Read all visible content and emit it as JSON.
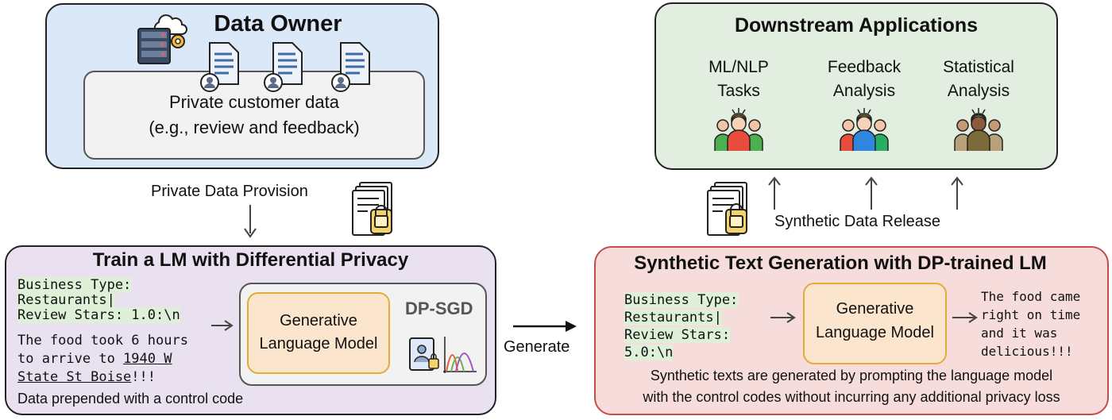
{
  "data_owner": {
    "title": "Data Owner",
    "inner_line1": "Private customer data",
    "inner_line2": "(e.g., review and feedback)"
  },
  "provision_label": "Private Data Provision",
  "train": {
    "title": "Train a LM with Differential Privacy",
    "code_line1": "Business Type:",
    "code_line2": "Restaurants|",
    "code_line3": "Review Stars: 1.0:\\n",
    "text_line1": "The food took 6 hours",
    "text_line2a": "to arrive to ",
    "text_line2b": "1940 W",
    "text_line3a": "State St Boise",
    "text_line3b": "!!!",
    "footer": "Data prepended with a control code",
    "model_line1": "Generative",
    "model_line2": "Language Model",
    "dpsgd": "DP-SGD"
  },
  "generate_label": "Generate",
  "synthetic": {
    "title": "Synthetic Text Generation with DP-trained LM",
    "code_line1": "Business Type:",
    "code_line2": "Restaurants|",
    "code_line3": "Review Stars:",
    "code_line4": "5.0:\\n",
    "model_line1": "Generative",
    "model_line2": "Language Model",
    "out_line1": "The food came",
    "out_line2": "right on time",
    "out_line3": "and it was",
    "out_line4": "delicious!!!",
    "footer_line1": "Synthetic texts are generated by prompting the language model",
    "footer_line2": "with the control codes without incurring any additional privacy loss"
  },
  "release_label": "Synthetic Data Release",
  "downstream": {
    "title": "Downstream Applications",
    "apps": [
      {
        "line1": "ML/NLP",
        "line2": "Tasks"
      },
      {
        "line1": "Feedback",
        "line2": "Analysis"
      },
      {
        "line1": "Statistical",
        "line2": "Analysis"
      }
    ]
  },
  "colors": {
    "data_owner_bg": "#dbe8f8",
    "train_bg": "#e9e1f0",
    "synthetic_bg": "#f7dcdc",
    "downstream_bg": "#e2eedf",
    "model_bg": "#fbe5cc",
    "model_border": "#e3ac3a",
    "code_highlight": "#dff0d8"
  }
}
